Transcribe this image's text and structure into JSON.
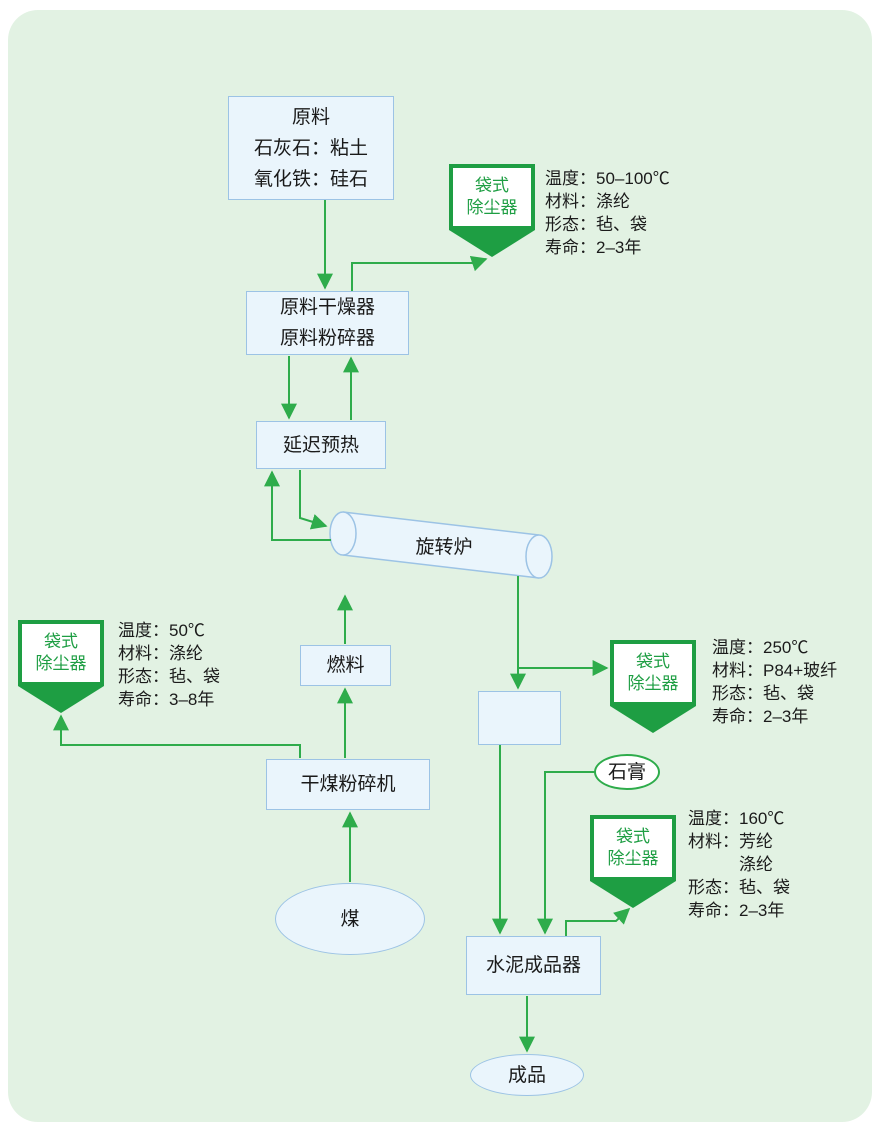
{
  "nodes": {
    "raw_material": {
      "lines": [
        "原料",
        "石灰石：粘土",
        "氧化铁：硅石"
      ]
    },
    "dryer_crusher": {
      "lines": [
        "原料干燥器",
        "原料粉碎器"
      ]
    },
    "preheater": {
      "label": "延迟预热"
    },
    "rotary_kiln": {
      "label": "旋转炉"
    },
    "fuel": {
      "label": "燃料"
    },
    "coal_crusher": {
      "label": "干煤粉碎机"
    },
    "coal": {
      "label": "煤"
    },
    "gypsum": {
      "label": "石膏"
    },
    "cement_finisher": {
      "label": "水泥成品器"
    },
    "product": {
      "label": "成品"
    }
  },
  "filters": {
    "top": {
      "name_lines": [
        "袋式",
        "除尘器"
      ],
      "specs": [
        "温度：50–100℃",
        "材料：涤纶",
        "形态：毡、袋",
        "寿命：2–3年"
      ]
    },
    "left": {
      "name_lines": [
        "袋式",
        "除尘器"
      ],
      "specs": [
        "温度：50℃",
        "材料：涤纶",
        "形态：毡、袋",
        "寿命：3–8年"
      ]
    },
    "right": {
      "name_lines": [
        "袋式",
        "除尘器"
      ],
      "specs": [
        "温度：250℃",
        "材料：P84+玻纤",
        "形态：毡、袋",
        "寿命：2–3年"
      ]
    },
    "bottom": {
      "name_lines": [
        "袋式",
        "除尘器"
      ],
      "specs": [
        "温度：160℃",
        "材料：芳纶",
        "涤纶",
        "形态：毡、袋",
        "寿命：2–3年"
      ]
    }
  },
  "colors": {
    "arrow_green": "#2EAC4B",
    "filter_green": "#1E9E43",
    "node_border_blue": "#9CC3E5",
    "node_fill_blue": "#EAF5FC",
    "background_green": "#E2F2E3"
  }
}
